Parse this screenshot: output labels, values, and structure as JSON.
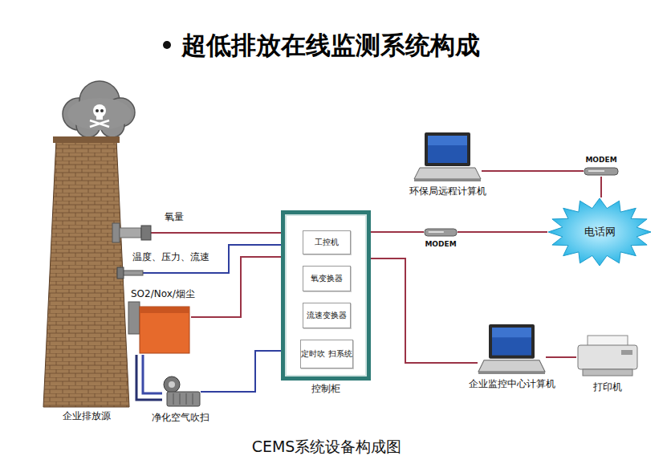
{
  "diagram": {
    "title": "超低排放在线监测系统构成",
    "caption": "CEMS系统设备构成图",
    "nodes": [
      {
        "text": [
          "企业排放源"
        ]
      },
      {
        "text": [
          "环保局远程计算机"
        ]
      },
      {
        "text": [
          "MODEM"
        ]
      },
      {
        "text": [
          "氧量"
        ]
      },
      {
        "text": [
          "控制柜"
        ]
      },
      {
        "text": [
          "工控机"
        ],
        "in": 4
      },
      {
        "text": [
          "氧变换器"
        ],
        "in": 4
      },
      {
        "text": [
          "流速变换器"
        ],
        "in": 4
      },
      {
        "text": [
          "定时吹 扫系统"
        ],
        "in": 4
      },
      {
        "text": [
          "MODEM"
        ]
      },
      {
        "text": [
          "电话网"
        ]
      },
      {
        "text": [
          "温度、压力、流速"
        ]
      },
      {
        "text": [
          "SO2/Nox/烟尘"
        ]
      },
      {
        "text": [
          "企业监控中心计算机"
        ]
      },
      {
        "text": [
          "打印机"
        ]
      },
      {
        "text": [
          "净化空气吹扫"
        ]
      }
    ],
    "edges": [
      {
        "from": 3,
        "to": 4,
        "arrow": "none"
      },
      {
        "from": 11,
        "to": 4,
        "arrow": "none"
      },
      {
        "from": 12,
        "to": 4,
        "arrow": "none"
      },
      {
        "from": 15,
        "to": 4,
        "arrow": "none"
      },
      {
        "from": 4,
        "to": 9,
        "arrow": "none"
      },
      {
        "from": 9,
        "to": 10,
        "arrow": "none"
      },
      {
        "from": 10,
        "to": 2,
        "arrow": "none"
      },
      {
        "from": 2,
        "to": 1,
        "arrow": "none"
      },
      {
        "from": 4,
        "to": 13,
        "arrow": "none"
      },
      {
        "from": 13,
        "to": 14,
        "arrow": "none"
      }
    ]
  }
}
